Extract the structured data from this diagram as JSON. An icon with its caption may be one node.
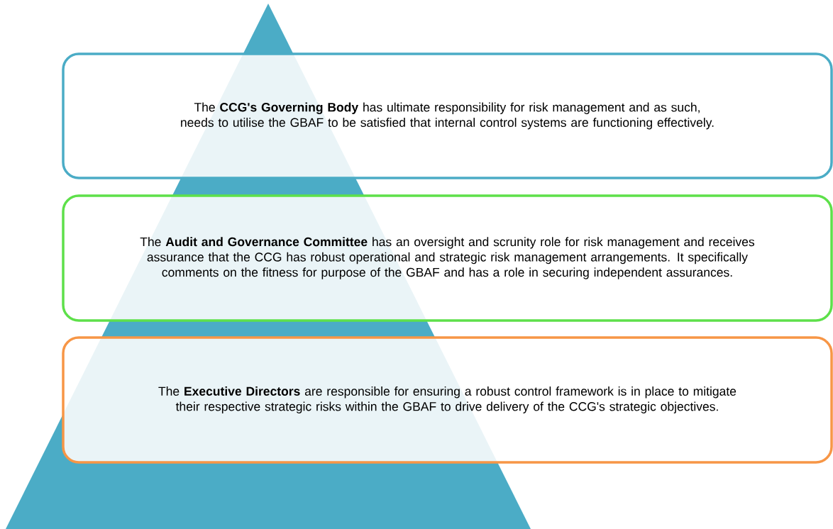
{
  "diagram": {
    "nodes": [
      {
        "text": [
          "The **CCG's Governing Body** has ultimate responsibility for risk management and as such, needs to utilise the GBAF to be satisfied that internal control systems are functioning effectively."
        ]
      },
      {
        "text": [
          "The **Audit and Governance Committee** has an oversight and scrunity role for risk management and receives assurance that the CCG has robust operational and strategic risk management arrangements. It specifically comments on the fitness for purpose of the GBAF and has a role in securing independent assurances."
        ]
      },
      {
        "text": [
          "The **Executive Directors** are responsible for ensuring a robust control framework is in place to mitigate their respective strategic risks within the GBAF to drive delivery of the CCG's strategic objectives."
        ]
      }
    ]
  }
}
